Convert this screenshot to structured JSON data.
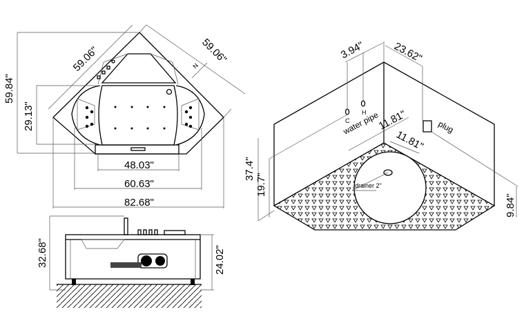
{
  "top_view": {
    "dims": {
      "side_left": "59.06\"",
      "side_right": "59.06\"",
      "height_total": "59.84\"",
      "inner_height": "29.13\"",
      "inner_width": "48.03\"",
      "mid_width": "60.63\"",
      "total_width": "82.68\"",
      "north_label": "N"
    }
  },
  "side_view": {
    "dims": {
      "total_height": "32.68\"",
      "tub_height": "24.02\""
    }
  },
  "install_view": {
    "dims": {
      "pipe_spacing": "3.94\"",
      "plug_offset": "23.62\"",
      "drain_offset_a": "11.81\"",
      "drain_offset_b": "11.81\"",
      "pipe_height": "37.4\"",
      "pipe_height_2": "19.7\"",
      "plug_height": "9.84\""
    },
    "labels": {
      "cold": "C",
      "hot": "H",
      "water_pipe": "water pipe",
      "plug": "plug",
      "drainer": "drainer 2\""
    }
  }
}
